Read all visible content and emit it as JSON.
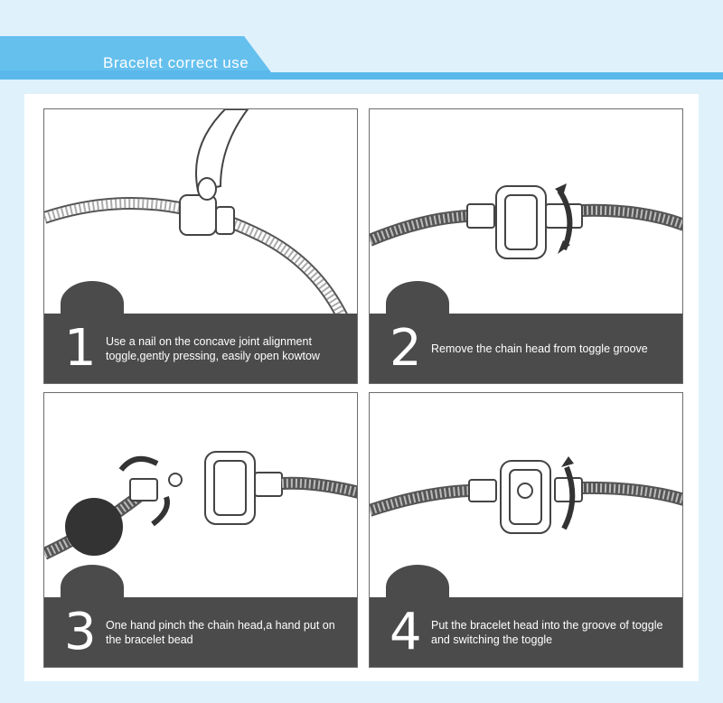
{
  "header": {
    "title": "Bracelet correct use",
    "accent_color": "#5ab8ea"
  },
  "steps": [
    {
      "number": "1",
      "text": "Use a nail on the concave joint alignment toggle,gently pressing, easily open kowtow"
    },
    {
      "number": "2",
      "text": "Remove the chain head from toggle groove"
    },
    {
      "number": "3",
      "text": "One hand pinch the chain head,a hand put on the bracelet bead"
    },
    {
      "number": "4",
      "text": "Put the bracelet head into the groove of toggle and switching the toggle"
    }
  ]
}
